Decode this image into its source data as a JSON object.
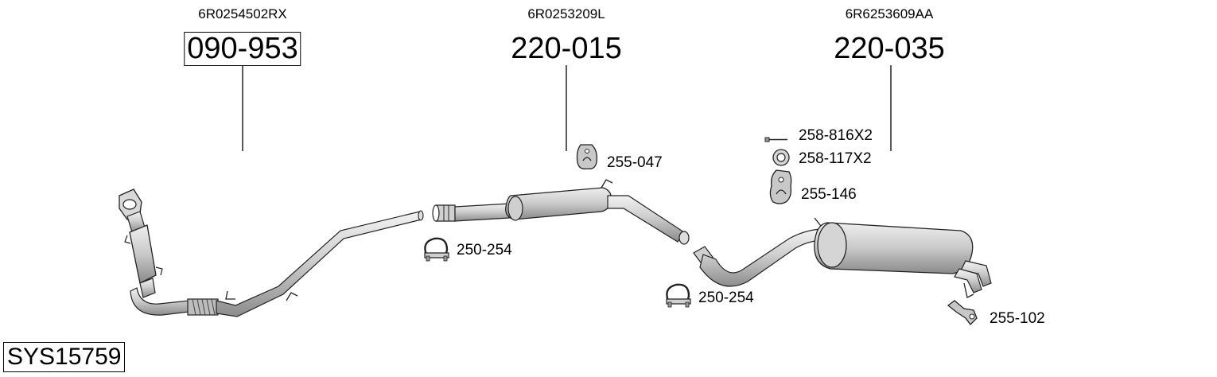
{
  "assemblies": [
    {
      "oem_number": "6R0254502RX",
      "part_number": "090-953",
      "boxed": true
    },
    {
      "oem_number": "6R0253209L",
      "part_number": "220-015",
      "boxed": false
    },
    {
      "oem_number": "6R6253609AA",
      "part_number": "220-035",
      "boxed": false
    }
  ],
  "fittings": [
    {
      "label": "255-047",
      "icon": "rubber-hanger-icon"
    },
    {
      "label": "258-816X2",
      "icon": "bolt-icon"
    },
    {
      "label": "258-117X2",
      "icon": "ring-gasket-icon"
    },
    {
      "label": "255-146",
      "icon": "rubber-hanger-icon"
    },
    {
      "label": "250-254",
      "icon": "pipe-clamp-icon"
    },
    {
      "label": "250-254",
      "icon": "pipe-clamp-icon"
    },
    {
      "label": "255-102",
      "icon": "mounting-bracket-icon"
    }
  ],
  "system_code": "SYS15759"
}
